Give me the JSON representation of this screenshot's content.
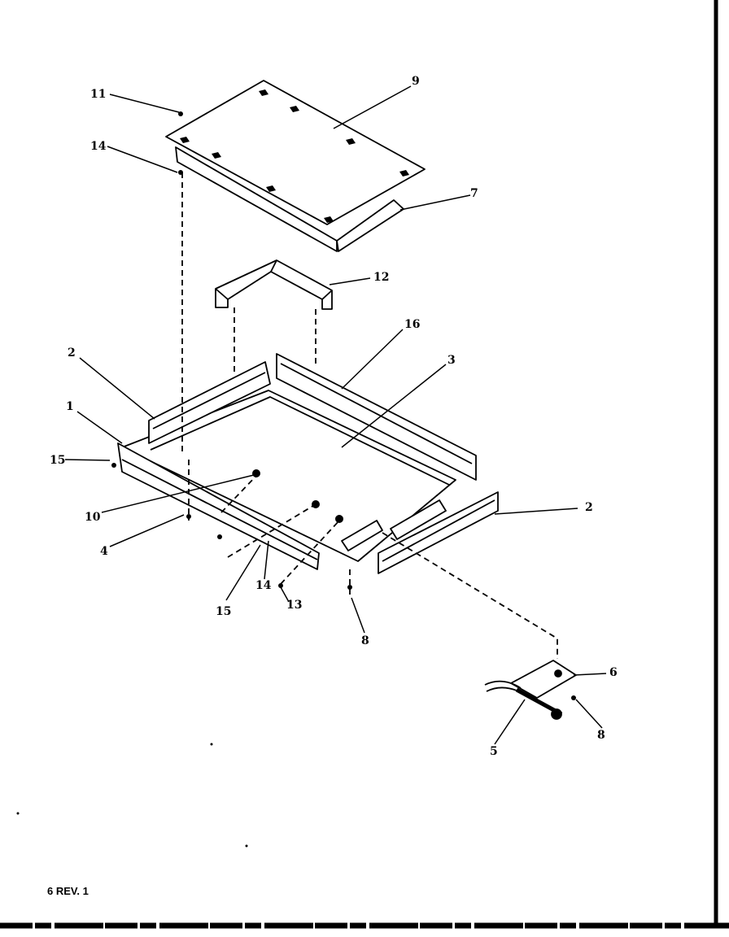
{
  "diagram": {
    "callouts": {
      "c9": "9",
      "c11": "11",
      "c14a": "14",
      "c7": "7",
      "c12": "12",
      "c16": "16",
      "c2a": "2",
      "c3": "3",
      "c1": "1",
      "c15a": "15",
      "c10": "10",
      "c4": "4",
      "c2b": "2",
      "c14b": "14",
      "c15b": "15",
      "c13": "13",
      "c8a": "8",
      "c6": "6",
      "c5": "5",
      "c8b": "8"
    }
  },
  "footer": {
    "revision": "6 REV. 1"
  }
}
